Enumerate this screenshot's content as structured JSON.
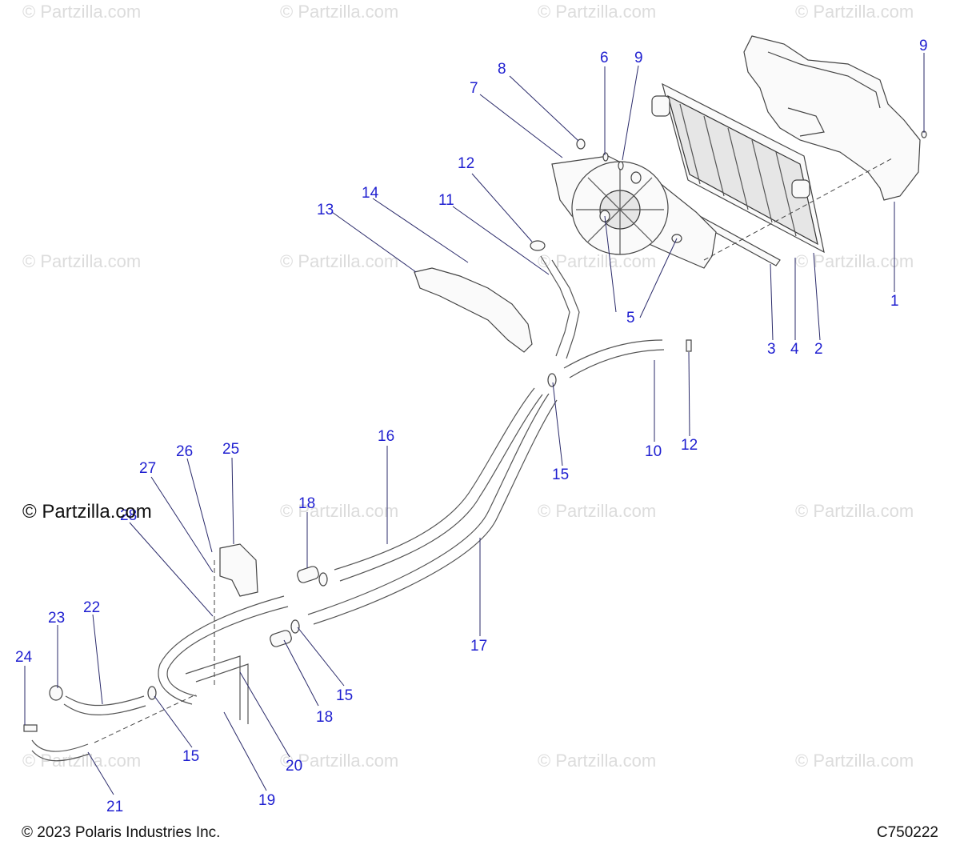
{
  "watermark_text": "© Partzilla.com",
  "main_watermark": "© Partzilla.com",
  "footer": {
    "copyright": "© 2023 Polaris Industries Inc.",
    "diagram_code": "C750222"
  },
  "callouts": [
    "1",
    "2",
    "3",
    "4",
    "5",
    "6",
    "7",
    "8",
    "9",
    "9",
    "10",
    "11",
    "12",
    "12",
    "13",
    "14",
    "15",
    "15",
    "15",
    "15",
    "16",
    "17",
    "18",
    "18",
    "19",
    "20",
    "21",
    "22",
    "23",
    "24",
    "25",
    "26",
    "27",
    "28"
  ],
  "colors": {
    "callout": "#1f1fd0",
    "line_art": "#444444",
    "watermark": "#dcdcdc"
  }
}
